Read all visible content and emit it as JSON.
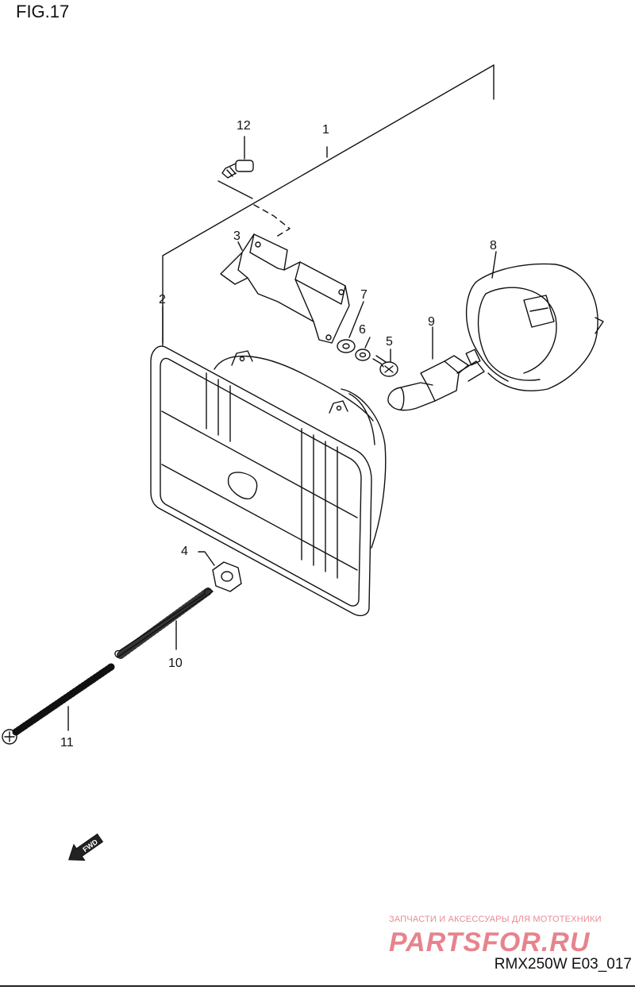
{
  "figure": {
    "title": "FIG.17",
    "code": "RMX250W E03_017"
  },
  "callouts": [
    {
      "id": "1",
      "label": "1"
    },
    {
      "id": "2",
      "label": "2"
    },
    {
      "id": "3",
      "label": "3"
    },
    {
      "id": "4",
      "label": "4"
    },
    {
      "id": "5",
      "label": "5"
    },
    {
      "id": "6",
      "label": "6"
    },
    {
      "id": "7",
      "label": "7"
    },
    {
      "id": "8",
      "label": "8"
    },
    {
      "id": "9",
      "label": "9"
    },
    {
      "id": "10",
      "label": "10"
    },
    {
      "id": "11",
      "label": "11"
    },
    {
      "id": "12",
      "label": "12"
    }
  ],
  "fwd_label": "FWD",
  "watermark": {
    "caption": "ЗАПЧАСТИ И АКСЕССУАРЫ ДЛЯ МОТОТЕХНИКИ",
    "logo": "PARTSFOR.RU"
  }
}
